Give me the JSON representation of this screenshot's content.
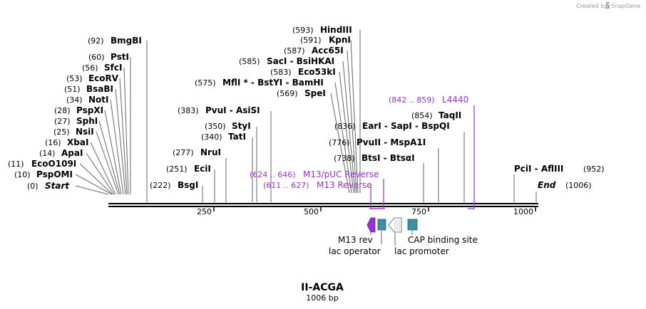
{
  "credit": {
    "prefix": "Created by",
    "brand": "SnapGene"
  },
  "map": {
    "name": "II-ACGA",
    "length_label": "1006 bp",
    "length": 1006,
    "ticks": [
      "250",
      "500",
      "750",
      "1000"
    ]
  },
  "sites": [
    {
      "pos": "(0)",
      "name": "Start"
    },
    {
      "pos": "(10)",
      "name": "PspOMI"
    },
    {
      "pos": "(11)",
      "name": "EcoO109I"
    },
    {
      "pos": "(14)",
      "name": "ApaI"
    },
    {
      "pos": "(16)",
      "name": "XbaI"
    },
    {
      "pos": "(25)",
      "name": "NsiI"
    },
    {
      "pos": "(27)",
      "name": "SphI"
    },
    {
      "pos": "(28)",
      "name": "PspXI"
    },
    {
      "pos": "(34)",
      "name": "NotI"
    },
    {
      "pos": "(51)",
      "name": "BsaBI"
    },
    {
      "pos": "(53)",
      "name": "EcoRV"
    },
    {
      "pos": "(56)",
      "name": "SfcI"
    },
    {
      "pos": "(60)",
      "name": "PstI"
    },
    {
      "pos": "(92)",
      "name": "BmgBI"
    },
    {
      "pos": "(222)",
      "name": "BsgI"
    },
    {
      "pos": "(251)",
      "name": "EciI"
    },
    {
      "pos": "(277)",
      "name": "NruI"
    },
    {
      "pos": "(340)",
      "name": "TatI"
    },
    {
      "pos": "(350)",
      "name": "StyI"
    },
    {
      "pos": "(383)",
      "name": "PvuI  - AsiSI"
    },
    {
      "pos": "(569)",
      "name": "SpeI"
    },
    {
      "pos": "(575)",
      "name": "MflI * - BstYI  - BamHI"
    },
    {
      "pos": "(583)",
      "name": "Eco53kI"
    },
    {
      "pos": "(585)",
      "name": "SacI  - BsiHKAI"
    },
    {
      "pos": "(587)",
      "name": "Acc65I"
    },
    {
      "pos": "(591)",
      "name": "KpnI"
    },
    {
      "pos": "(593)",
      "name": "HindIII"
    },
    {
      "pos": "(738)",
      "name": "BtsI  - BtsαI"
    },
    {
      "pos": "(776)",
      "name": "PvuII  - MspA1I"
    },
    {
      "pos": "(836)",
      "name": "EarI  - SapI  - BspQI"
    },
    {
      "pos": "(854)",
      "name": "TaqII"
    },
    {
      "name": "PciI  - AflIII",
      "pos": "(952)"
    },
    {
      "name": "End",
      "pos": "(1006)"
    }
  ],
  "primers": [
    {
      "range": "(611 .. 627)",
      "name": "M13 Reverse"
    },
    {
      "range": "(624 .. 646)",
      "name": "M13/pUC Reverse"
    },
    {
      "range": "(842 .. 859)",
      "name": "L4440"
    }
  ],
  "features": [
    {
      "label": "M13 rev",
      "color": "#9b30d8"
    },
    {
      "label": "lac operator",
      "color": "#3d8fa5"
    },
    {
      "label": "lac promoter",
      "color": "#ffffff"
    },
    {
      "label": "CAP binding site",
      "color": "#3d8fa5"
    }
  ],
  "colors": {
    "primer": "#9b30d8",
    "backbone": "#000000",
    "leader": "#666666"
  }
}
